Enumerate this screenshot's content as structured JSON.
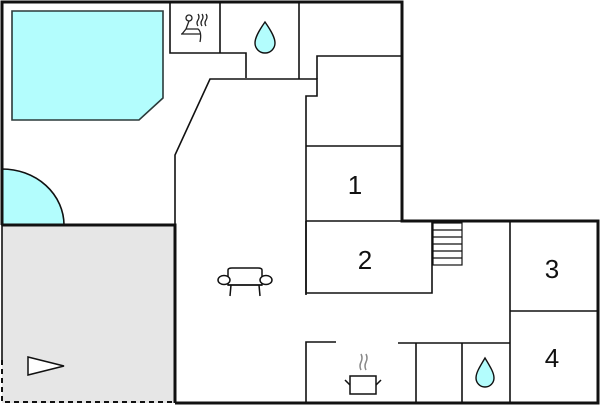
{
  "floorplan": {
    "colors": {
      "water": "#b3fdfd",
      "terrace": "#e6e6e6",
      "wall": "#111111",
      "background": "#ffffff"
    },
    "rooms": [
      {
        "id": "bedroom-1",
        "label": "1"
      },
      {
        "id": "bedroom-2",
        "label": "2"
      },
      {
        "id": "bedroom-3",
        "label": "3"
      },
      {
        "id": "bedroom-4",
        "label": "4"
      }
    ],
    "icons": [
      {
        "name": "sauna-icon",
        "room": "sauna"
      },
      {
        "name": "water-drop-icon",
        "room": "bathroom-top"
      },
      {
        "name": "sofa-icon",
        "room": "living-room"
      },
      {
        "name": "cooking-pot-icon",
        "room": "kitchen"
      },
      {
        "name": "water-drop-icon",
        "room": "bathroom-bottom"
      },
      {
        "name": "stairs-icon",
        "room": "hallway"
      },
      {
        "name": "entrance-arrow-icon",
        "room": "terrace"
      }
    ],
    "features": [
      "swimming-pool",
      "hot-tub",
      "terrace"
    ]
  }
}
